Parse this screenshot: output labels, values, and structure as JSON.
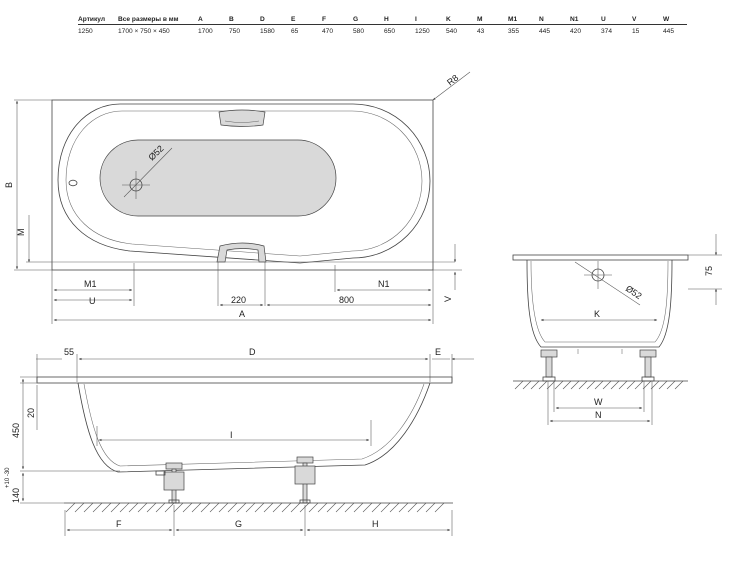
{
  "spec_table": {
    "headers": [
      "Артикул",
      "Все размеры в мм",
      "A",
      "B",
      "D",
      "E",
      "F",
      "G",
      "H",
      "I",
      "K",
      "M",
      "M1",
      "N",
      "N1",
      "U",
      "V",
      "W"
    ],
    "row": [
      "1250",
      "1700 × 750 × 450",
      "1700",
      "750",
      "1580",
      "65",
      "470",
      "580",
      "650",
      "1250",
      "540",
      "43",
      "355",
      "445",
      "420",
      "374",
      "15",
      "445"
    ]
  },
  "top_view": {
    "radius_label": "R8",
    "drain_label": "Ø52",
    "B": "B",
    "M": "M",
    "M1": "M1",
    "U": "U",
    "d220": "220",
    "d800": "800",
    "N1": "N1",
    "V": "V",
    "A": "A"
  },
  "end_view": {
    "d75": "75",
    "drain_label": "Ø52",
    "K": "K",
    "W": "W",
    "N": "N"
  },
  "side_view": {
    "d55": "55",
    "D": "D",
    "E": "E",
    "d450": "450",
    "d20": "20",
    "I": "I",
    "d140": "140",
    "tol": "+10 -30",
    "F": "F",
    "G": "G",
    "H": "H"
  }
}
